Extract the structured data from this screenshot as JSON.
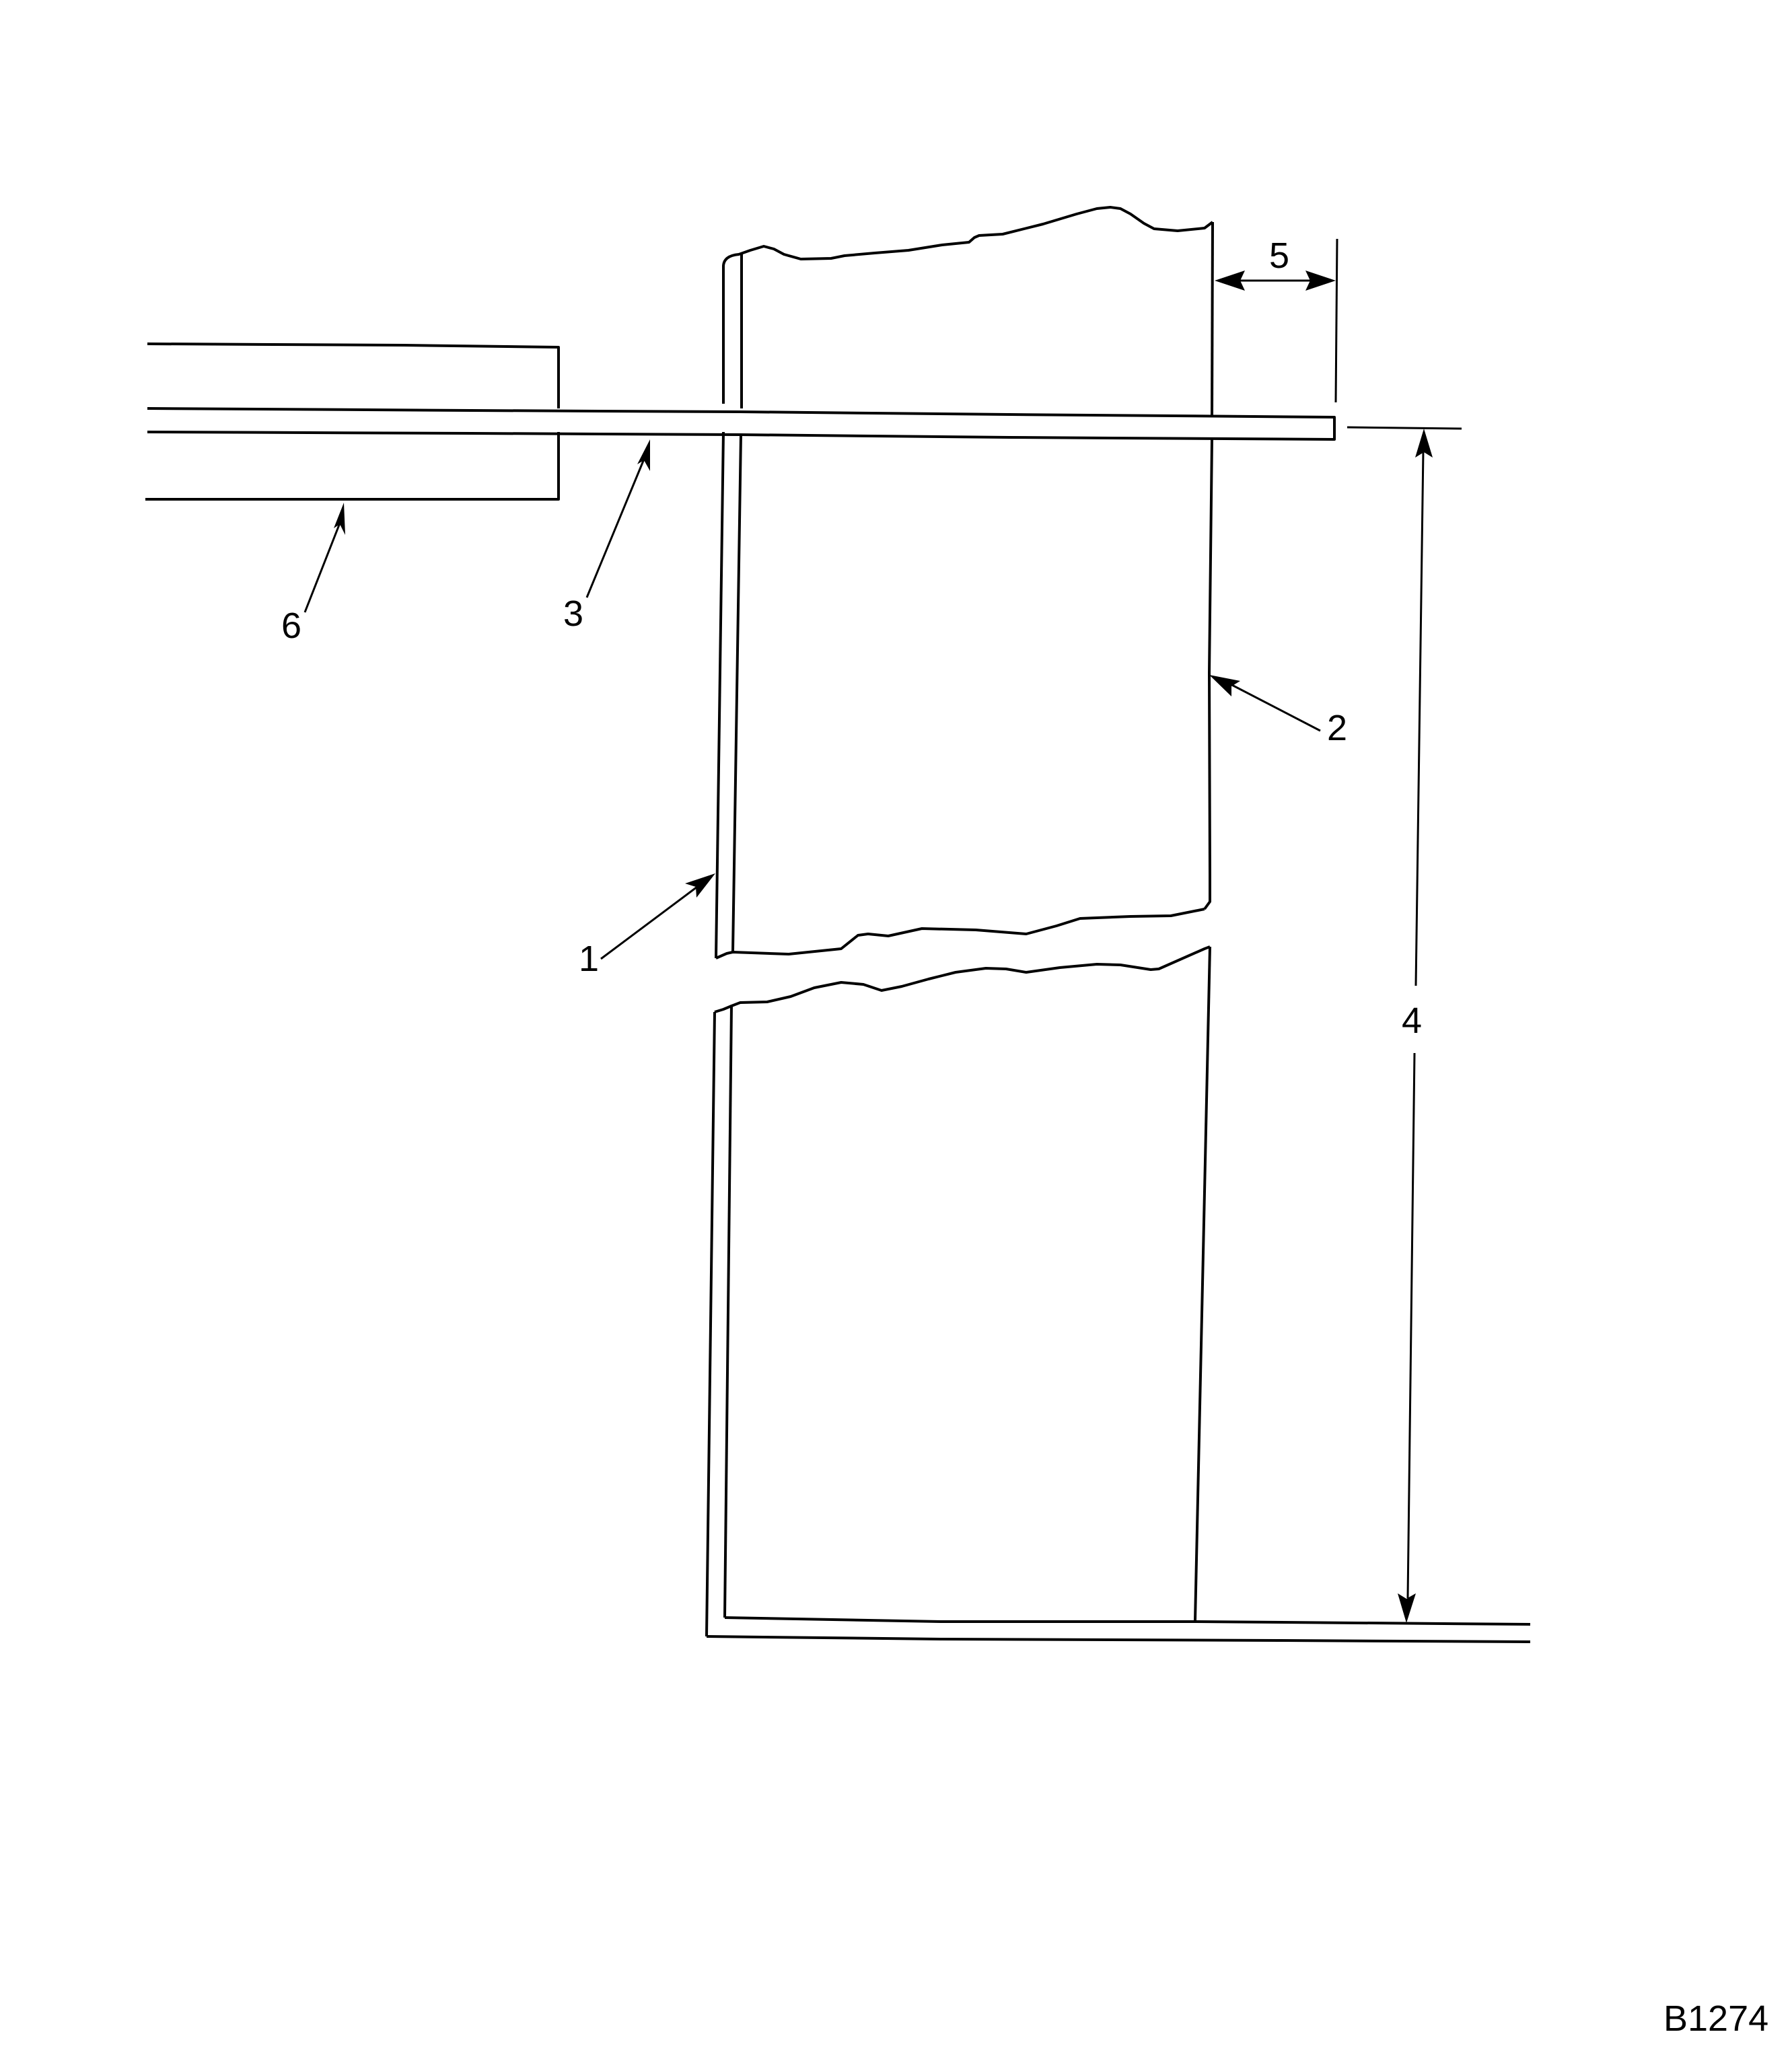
{
  "figure": {
    "id_label": "B1274",
    "type": "technical cross-section drawing",
    "line_color": "#000000",
    "background": "#ffffff"
  },
  "callouts": [
    {
      "number": "1",
      "target": "left wall inner/outer layer"
    },
    {
      "number": "2",
      "target": "right vertical face"
    },
    {
      "number": "3",
      "target": "horizontal bar/strip"
    },
    {
      "number": "4",
      "target": "vertical dimension from bar to base"
    },
    {
      "number": "5",
      "target": "horizontal dimension: bar overhang beyond right face"
    },
    {
      "number": "6",
      "target": "left horizontal member"
    }
  ],
  "labels": {
    "c1": "1",
    "c2": "2",
    "c3": "3",
    "c4": "4",
    "c5": "5",
    "c6": "6"
  }
}
